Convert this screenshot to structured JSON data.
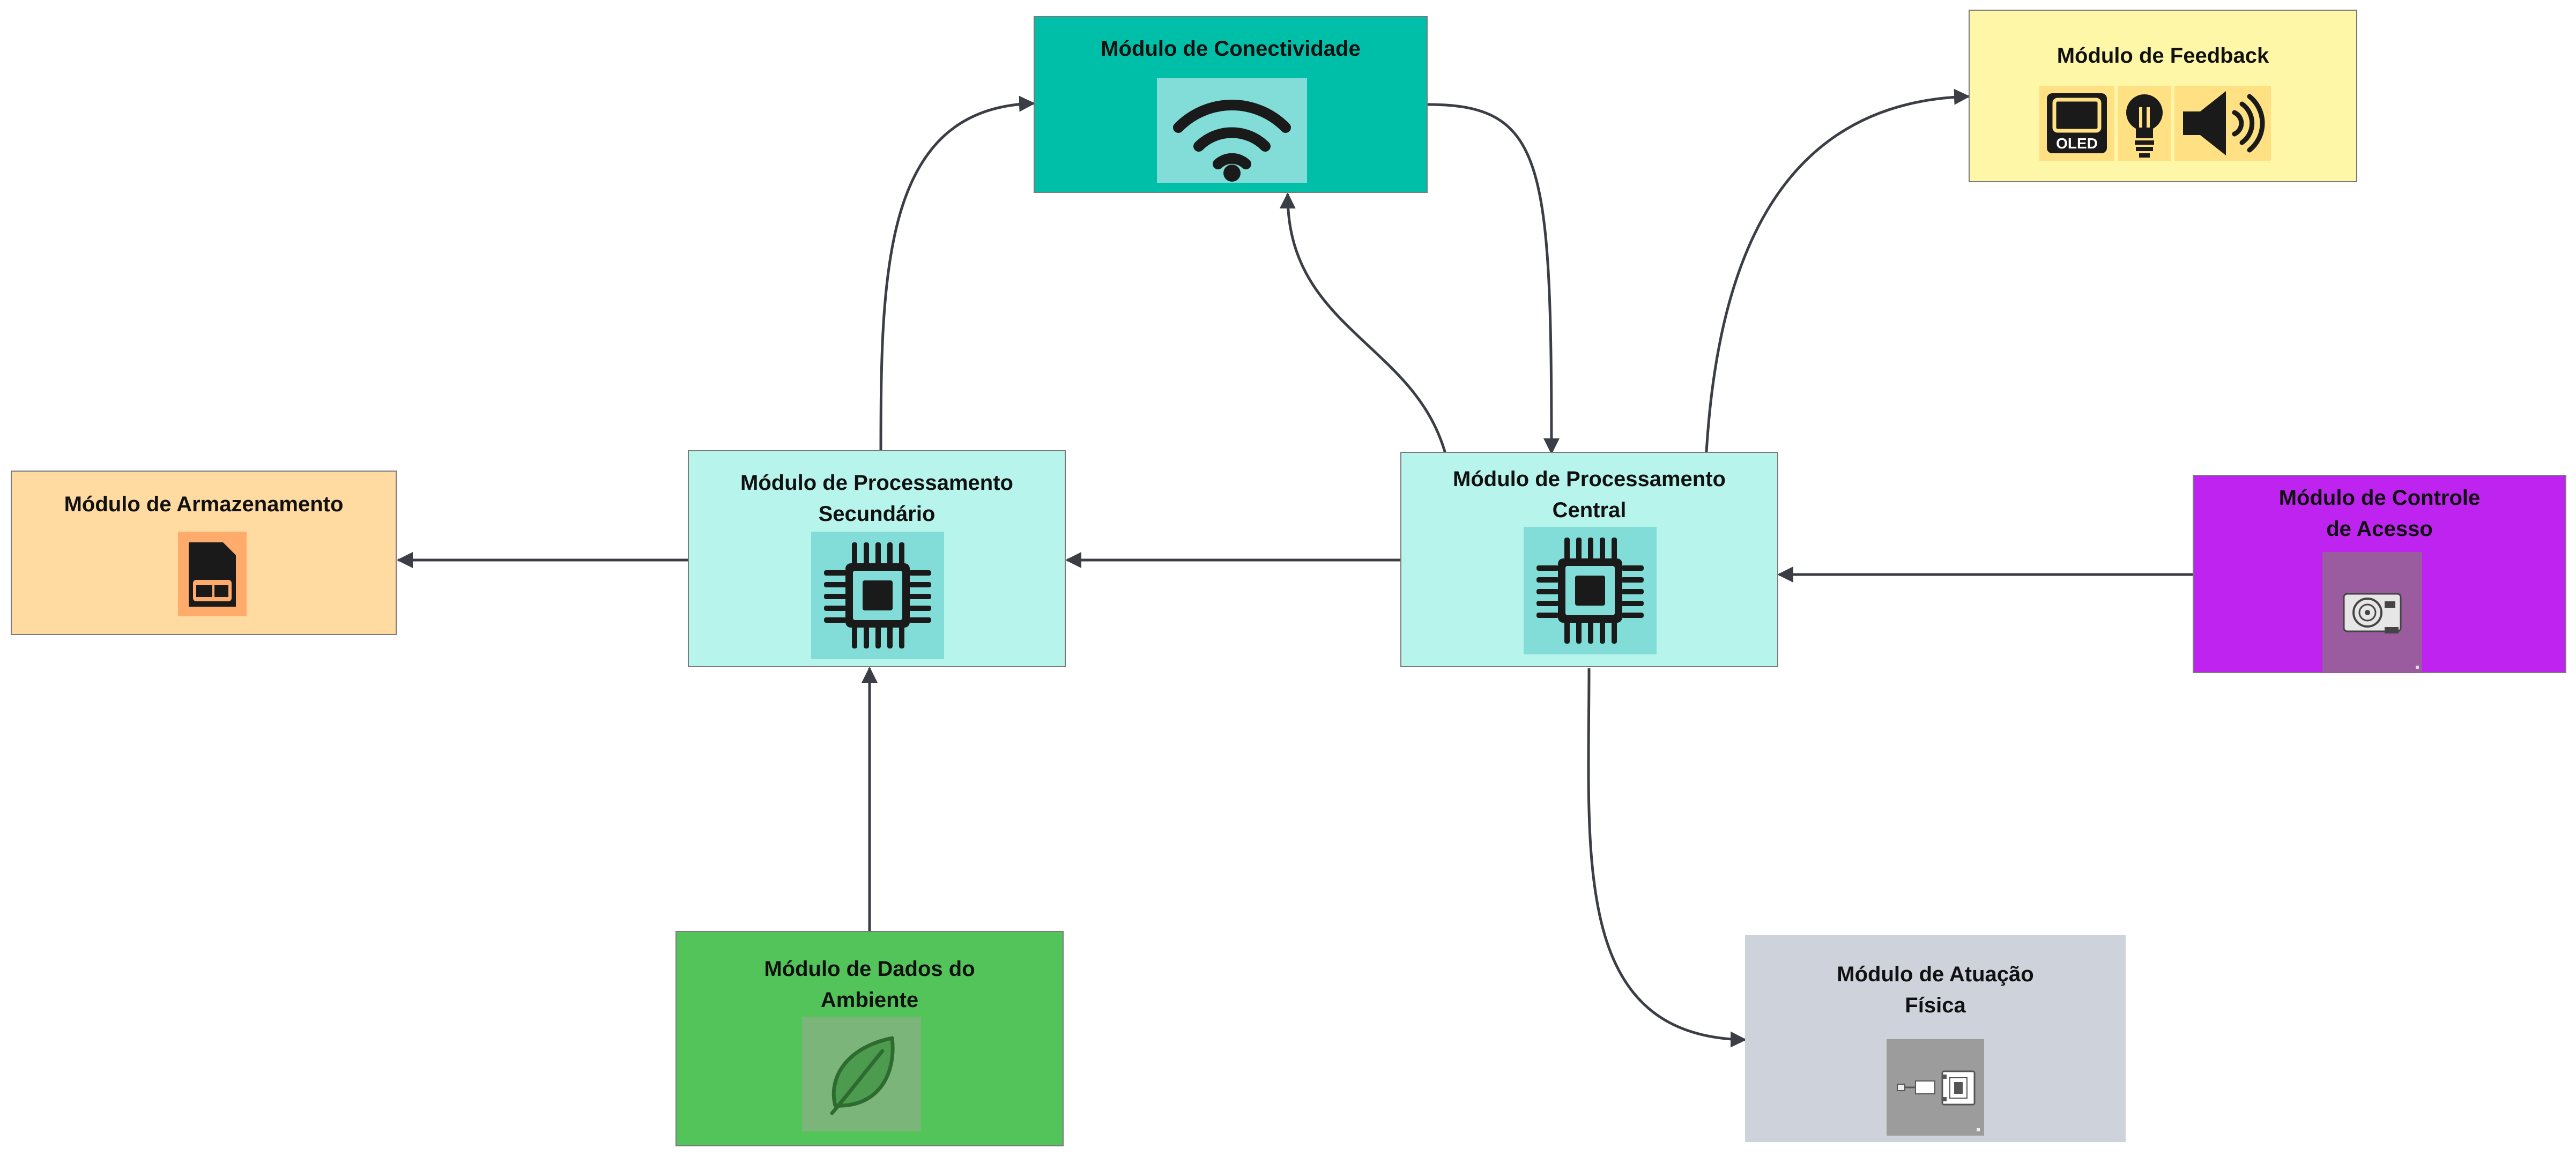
{
  "nodes": {
    "conectividade": {
      "title": "Módulo de Conectividade",
      "color": "#00bfa8",
      "icon": "wifi-icon"
    },
    "feedback": {
      "title": "Módulo de Feedback",
      "color": "#fff7a8",
      "icon": "feedback-icons",
      "oled_text": "OLED"
    },
    "armazenamento": {
      "title": "Módulo de Armazenamento",
      "color": "#ffdba2",
      "icon": "sd-card-icon"
    },
    "secundario": {
      "title_line1": "Módulo de Processamento",
      "title_line2": "Secundário",
      "color": "#b7f5ec",
      "icon": "cpu-chip-icon"
    },
    "central": {
      "title_line1": "Módulo de Processamento",
      "title_line2": "Central",
      "color": "#b7f5ec",
      "icon": "cpu-chip-icon"
    },
    "acesso": {
      "title_line1": "Módulo de Controle",
      "title_line2": "de Acesso",
      "color": "#be23f0",
      "icon": "fingerprint-sensor-icon"
    },
    "ambiente": {
      "title_line1": "Módulo de Dados do",
      "title_line2": "Ambiente",
      "color": "#53c45a",
      "icon": "leaf-icon"
    },
    "atuacao": {
      "title_line1": "Módulo de Atuação",
      "title_line2": "Física",
      "color": "#ced3db",
      "icon": "relay-module-icon"
    }
  },
  "edges": [
    {
      "from": "secundario",
      "to": "armazenamento"
    },
    {
      "from": "central",
      "to": "secundario"
    },
    {
      "from": "ambiente",
      "to": "secundario"
    },
    {
      "from": "secundario",
      "to": "conectividade"
    },
    {
      "from": "conectividade",
      "to": "central"
    },
    {
      "from": "central",
      "to": "conectividade"
    },
    {
      "from": "central",
      "to": "feedback"
    },
    {
      "from": "acesso",
      "to": "central"
    },
    {
      "from": "central",
      "to": "atuacao"
    }
  ]
}
